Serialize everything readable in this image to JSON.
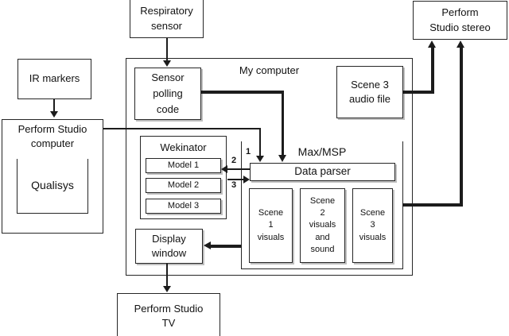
{
  "diagram": {
    "nodes": {
      "respiratory_sensor": "Respiratory\nsensor",
      "perform_studio_stereo": "Perform\nStudio stereo",
      "ir_markers": "IR markers",
      "perform_studio_computer": "Perform Studio\ncomputer",
      "qualisys": "Qualisys",
      "my_computer": "My computer",
      "sensor_polling_code": "Sensor\npolling\ncode",
      "scene3_audio_file": "Scene 3\naudio file",
      "wekinator": "Wekinator",
      "model_1": "Model 1",
      "model_2": "Model 2",
      "model_3": "Model 3",
      "max_msp": "Max/MSP",
      "data_parser": "Data parser",
      "scene1_visuals": "Scene\n1\nvisuals",
      "scene2_visuals_sound": "Scene\n2\nvisuals\nand\nsound",
      "scene3_visuals": "Scene\n3\nvisuals",
      "display_window": "Display\nwindow",
      "perform_studio_tv": "Perform Studio\nTV"
    },
    "edge_labels": {
      "one": "1",
      "two": "2",
      "three": "3"
    },
    "colors": {
      "background": "#ffffff",
      "line": "#1c1c1c",
      "box_border": "#262626",
      "text": "#121212",
      "shadow": "#8a8a8a"
    }
  }
}
